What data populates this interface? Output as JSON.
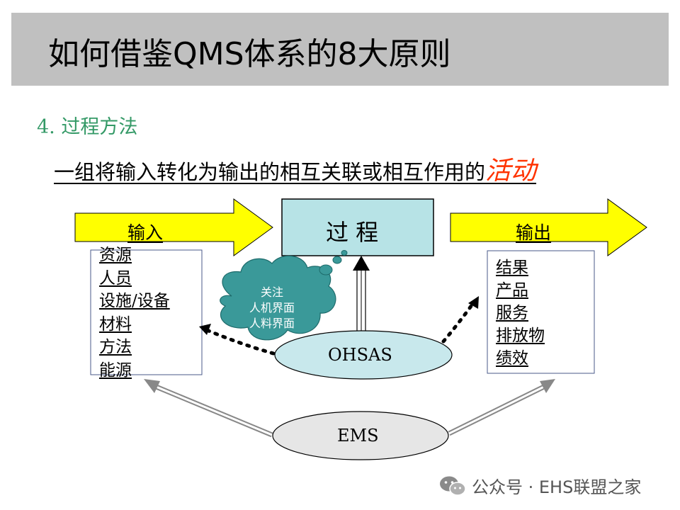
{
  "title": "如何借鉴QMS体系的8大原则",
  "section": "4. 过程方法",
  "definition": {
    "main": "一组将输入转化为输出的相互关联或相互作用的",
    "emphasis": "活动"
  },
  "input_label": "输入",
  "output_label": "输出",
  "process_label": "过 程",
  "input_items": [
    "资源",
    "人员",
    "设施/设备",
    "材料",
    "方法",
    "能源"
  ],
  "output_items": [
    "结果",
    "产品",
    "服务",
    "排放物",
    "绩效"
  ],
  "cloud_lines": [
    "关注",
    "人机界面",
    "人料界面"
  ],
  "ohsas_label": "OHSAS",
  "ems_label": "EMS",
  "watermark": "公众号 · EHS联盟之家",
  "colors": {
    "title_bar": "#c0c0c0",
    "section_text": "#339966",
    "emphasis_text": "#ff3300",
    "arrow_fill": "#ffff00",
    "process_fill": "#b7e3e6",
    "cloud_fill": "#3a9999",
    "ohsas_fill": "#c8e8ec",
    "ems_fill": "#e6e6e6"
  }
}
